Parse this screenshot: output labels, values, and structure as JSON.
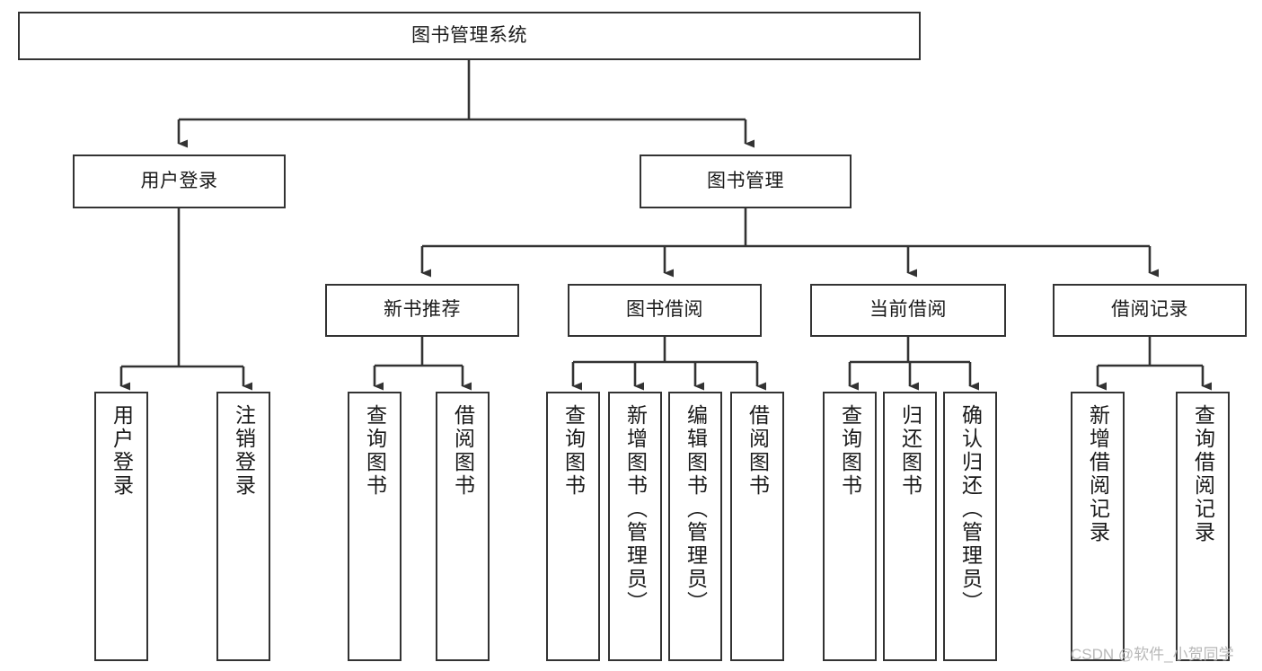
{
  "diagram": {
    "title": "图书管理系统",
    "type": "tree-hierarchy-chart",
    "watermark": "CSDN @软件_小贺同学",
    "colors": {
      "box_border": "#333333",
      "box_fill": "#ffffff",
      "edge": "#333333",
      "text": "#1a1a1a",
      "background": "#ffffff",
      "watermark": "#b8b8b8"
    },
    "nodes": {
      "root": {
        "label": "图书管理系统"
      },
      "level2": [
        {
          "label": "用户登录"
        },
        {
          "label": "图书管理"
        }
      ],
      "level3": [
        {
          "label": "新书推荐"
        },
        {
          "label": "图书借阅"
        },
        {
          "label": "当前借阅"
        },
        {
          "label": "借阅记录"
        }
      ],
      "leaves_user_login": [
        {
          "label": "用户登录"
        },
        {
          "label": "注销登录"
        }
      ],
      "leaves_new_books": [
        {
          "label": "查询图书"
        },
        {
          "label": "借阅图书"
        }
      ],
      "leaves_borrow": [
        {
          "label": "查询图书"
        },
        {
          "label": "新增图书（管理员）"
        },
        {
          "label": "编辑图书（管理员）"
        },
        {
          "label": "借阅图书"
        }
      ],
      "leaves_current": [
        {
          "label": "查询图书"
        },
        {
          "label": "归还图书"
        },
        {
          "label": "确认归还（管理员）"
        }
      ],
      "leaves_records": [
        {
          "label": "新增借阅记录"
        },
        {
          "label": "查询借阅记录"
        }
      ]
    }
  }
}
